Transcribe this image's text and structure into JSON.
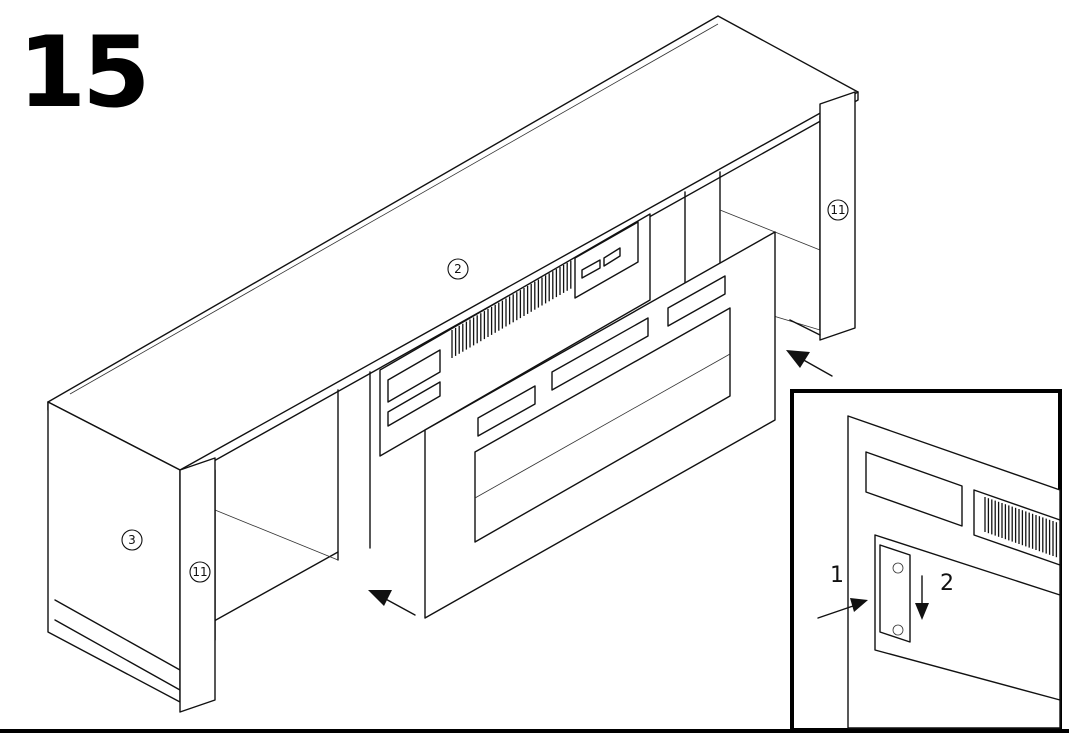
{
  "step_number": "15",
  "callouts": {
    "top_panel": "2",
    "left_side_panel": "3",
    "left_end_cap": "11",
    "right_end_cap": "11"
  },
  "inset": {
    "step_1": "1",
    "step_2": "2"
  },
  "icons": {
    "left_arrow": "arrow-icon",
    "right_arrow": "arrow-icon"
  },
  "colors": {
    "ink": "#111111",
    "paper": "#ffffff"
  }
}
